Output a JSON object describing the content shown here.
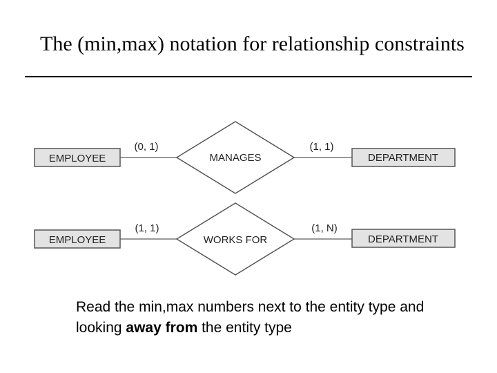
{
  "title": "The (min,max) notation for relationship constraints",
  "diagrams": [
    {
      "left_entity": "EMPLOYEE",
      "left_card": "(0, 1)",
      "relationship": "MANAGES",
      "right_card": "(1, 1)",
      "right_entity": "DEPARTMENT"
    },
    {
      "left_entity": "EMPLOYEE",
      "left_card": "(1, 1)",
      "relationship": "WORKS FOR",
      "right_card": "(1, N)",
      "right_entity": "DEPARTMENT"
    }
  ],
  "caption": {
    "part1": "Read the min,max numbers next to the entity type and looking ",
    "bold": "away from",
    "part2": " the entity type"
  },
  "colors": {
    "entity_fill": "#e3e3e3",
    "outline": "#555555",
    "text": "#222222"
  }
}
